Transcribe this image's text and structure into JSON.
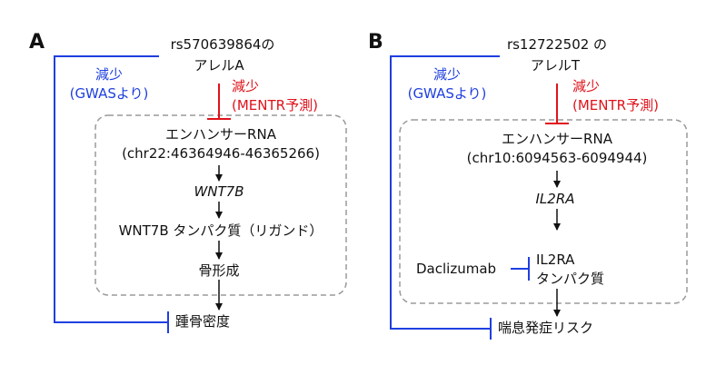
{
  "panel_a": {
    "label": "A",
    "allele_line1": "rs570639864の",
    "allele_line2": "アレルA",
    "gwas_line1": "減少",
    "gwas_line2": "(GWASより)",
    "mentr_line1": "減少",
    "mentr_line2": "(MENTR予測)",
    "enhancer_line1": "エンハンサーRNA",
    "enhancer_line2": "(chr22:46364946-46365266)",
    "gene": "WNT7B",
    "protein": "WNT7B タンパク質（リガンド）",
    "process": "骨形成",
    "outcome": "踵骨密度"
  },
  "panel_b": {
    "label": "B",
    "allele_line1": "rs12722502 の",
    "allele_line2": "アレルT",
    "gwas_line1": "減少",
    "gwas_line2": "(GWASより)",
    "mentr_line1": "減少",
    "mentr_line2": "(MENTR予測)",
    "enhancer_line1": "エンハンサーRNA",
    "enhancer_line2": "(chr10:6094563-6094944)",
    "gene": "IL2RA",
    "drug": "Daclizumab",
    "protein_line1": "IL2RA",
    "protein_line2": "タンパク質",
    "outcome": "喘息発症リスク"
  },
  "colors": {
    "gwas": "#1e3fe0",
    "mentr": "#e0121b",
    "box_border": "#9a9a9a",
    "arrow": "#111111"
  }
}
